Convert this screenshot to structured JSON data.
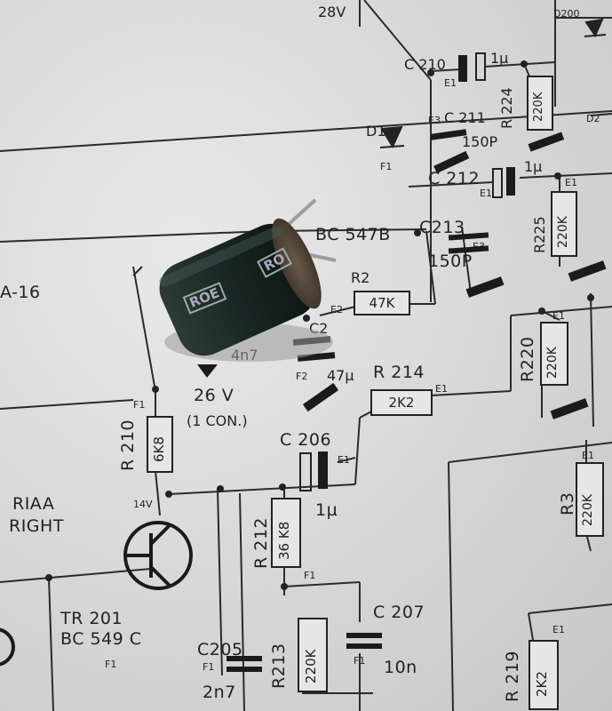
{
  "schematic": {
    "supply_top": "28V",
    "diode_top_right": "D200",
    "diode_right_edge": "D2",
    "c210": "C 210",
    "c210_value": "1µ",
    "c211": "C 211",
    "c211_value": "150P",
    "r224": "R 224",
    "r224_value": "220K",
    "d1": "D1",
    "c212": "C 212",
    "c212_value": "1µ",
    "bc547": "BC 547B",
    "c213": "C213",
    "c213_value": "150P",
    "r225": "R225",
    "r225_value": "220K",
    "left_edge_label": "A-16",
    "r2": "R2",
    "r2_value": "47K",
    "c2": "C2",
    "c2_value": "4n7",
    "c_value_47u": "47µ",
    "r214": "R 214",
    "r214_value": "2K2",
    "r220": "R220",
    "r220_value": "220K",
    "supply_26v": "26 V",
    "one_con": "(1 CON.)",
    "r210": "R 210",
    "r210_value": "6K8",
    "c206": "C 206",
    "c206_value": "1µ",
    "r3": "R3",
    "r3_value": "220K",
    "riaa": "RIAA",
    "right": "RIGHT",
    "v14": "14V",
    "r212": "R 212",
    "r212_value": "36 K8",
    "tr201": "TR 201",
    "bc549": "BC 549 C",
    "c207": "C 207",
    "c207_value": "10n",
    "c205": "C205",
    "c205_value": "2n7",
    "r213": "R213",
    "r213_value": "220K",
    "r219": "R 219",
    "r219_value": "2K2",
    "f1": "F1",
    "e1": "E1",
    "e2": "E2",
    "e3": "E3",
    "f2": "F2"
  },
  "capacitor_marks": {
    "front": "ROE",
    "side": "RO"
  }
}
